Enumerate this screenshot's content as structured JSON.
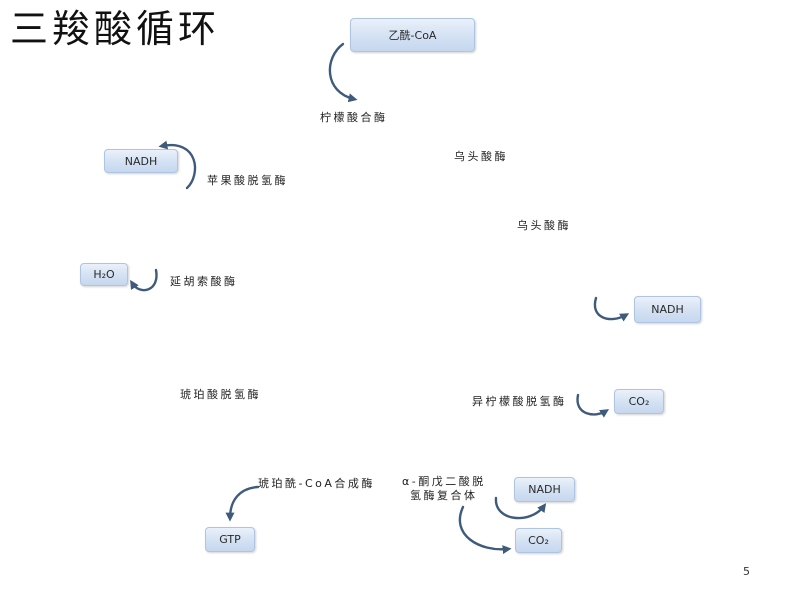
{
  "slide": {
    "title": "三羧酸循环",
    "page_number": "5"
  },
  "boxes": {
    "acetyl_coa": "乙酰-CoA",
    "nadh_malate": "NADH",
    "h2o_fumarate": "H₂O",
    "nadh_isocitrate": "NADH",
    "co2_isocitrate": "CO₂",
    "gtp": "GTP",
    "nadh_ketoglutarate": "NADH",
    "co2_ketoglutarate": "CO₂"
  },
  "enzymes": {
    "citrate_synthase": "柠檬酸合酶",
    "aconitase_1": "乌头酸酶",
    "aconitase_2": "乌头酸酶",
    "malate_dehydrogenase": "苹果酸脱氢酶",
    "fumarase": "延胡索酸酶",
    "succinate_dehydrogenase": "琥珀酸脱氢酶",
    "isocitrate_dehydrogenase": "异柠檬酸脱氢酶",
    "succinyl_coa_synthetase": "琥珀酰-CoA合成酶",
    "alpha_ketoglutarate_dehydrogenase": [
      "α-酮戊二酸脱",
      "氢酶复合体"
    ]
  },
  "colors": {
    "box_fill": "#d3e1f3",
    "box_border": "#aec4e2",
    "arrow": "#3f5b7b",
    "text": "#222222"
  }
}
